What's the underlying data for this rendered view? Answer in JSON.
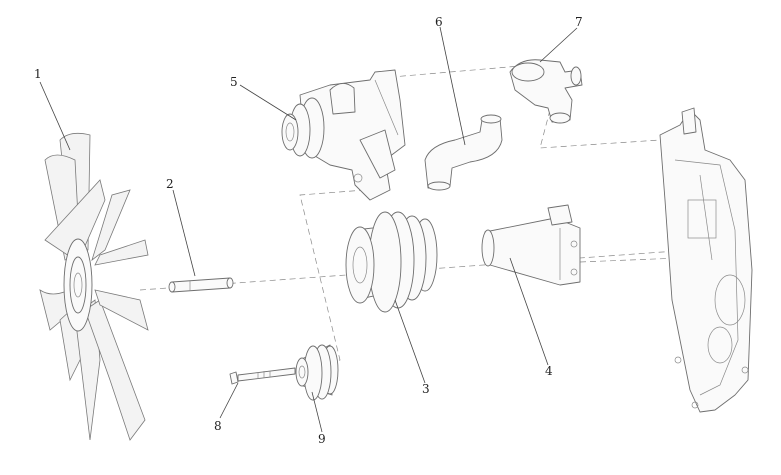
{
  "callouts": [
    {
      "id": "fan",
      "label": "1"
    },
    {
      "id": "shaft",
      "label": "2"
    },
    {
      "id": "pulley",
      "label": "3"
    },
    {
      "id": "spacer-housing",
      "label": "4"
    },
    {
      "id": "water-pump",
      "label": "5"
    },
    {
      "id": "hose",
      "label": "6"
    },
    {
      "id": "thermostat",
      "label": "7"
    },
    {
      "id": "bolt",
      "label": "8"
    },
    {
      "id": "small-pulley",
      "label": "9"
    }
  ]
}
